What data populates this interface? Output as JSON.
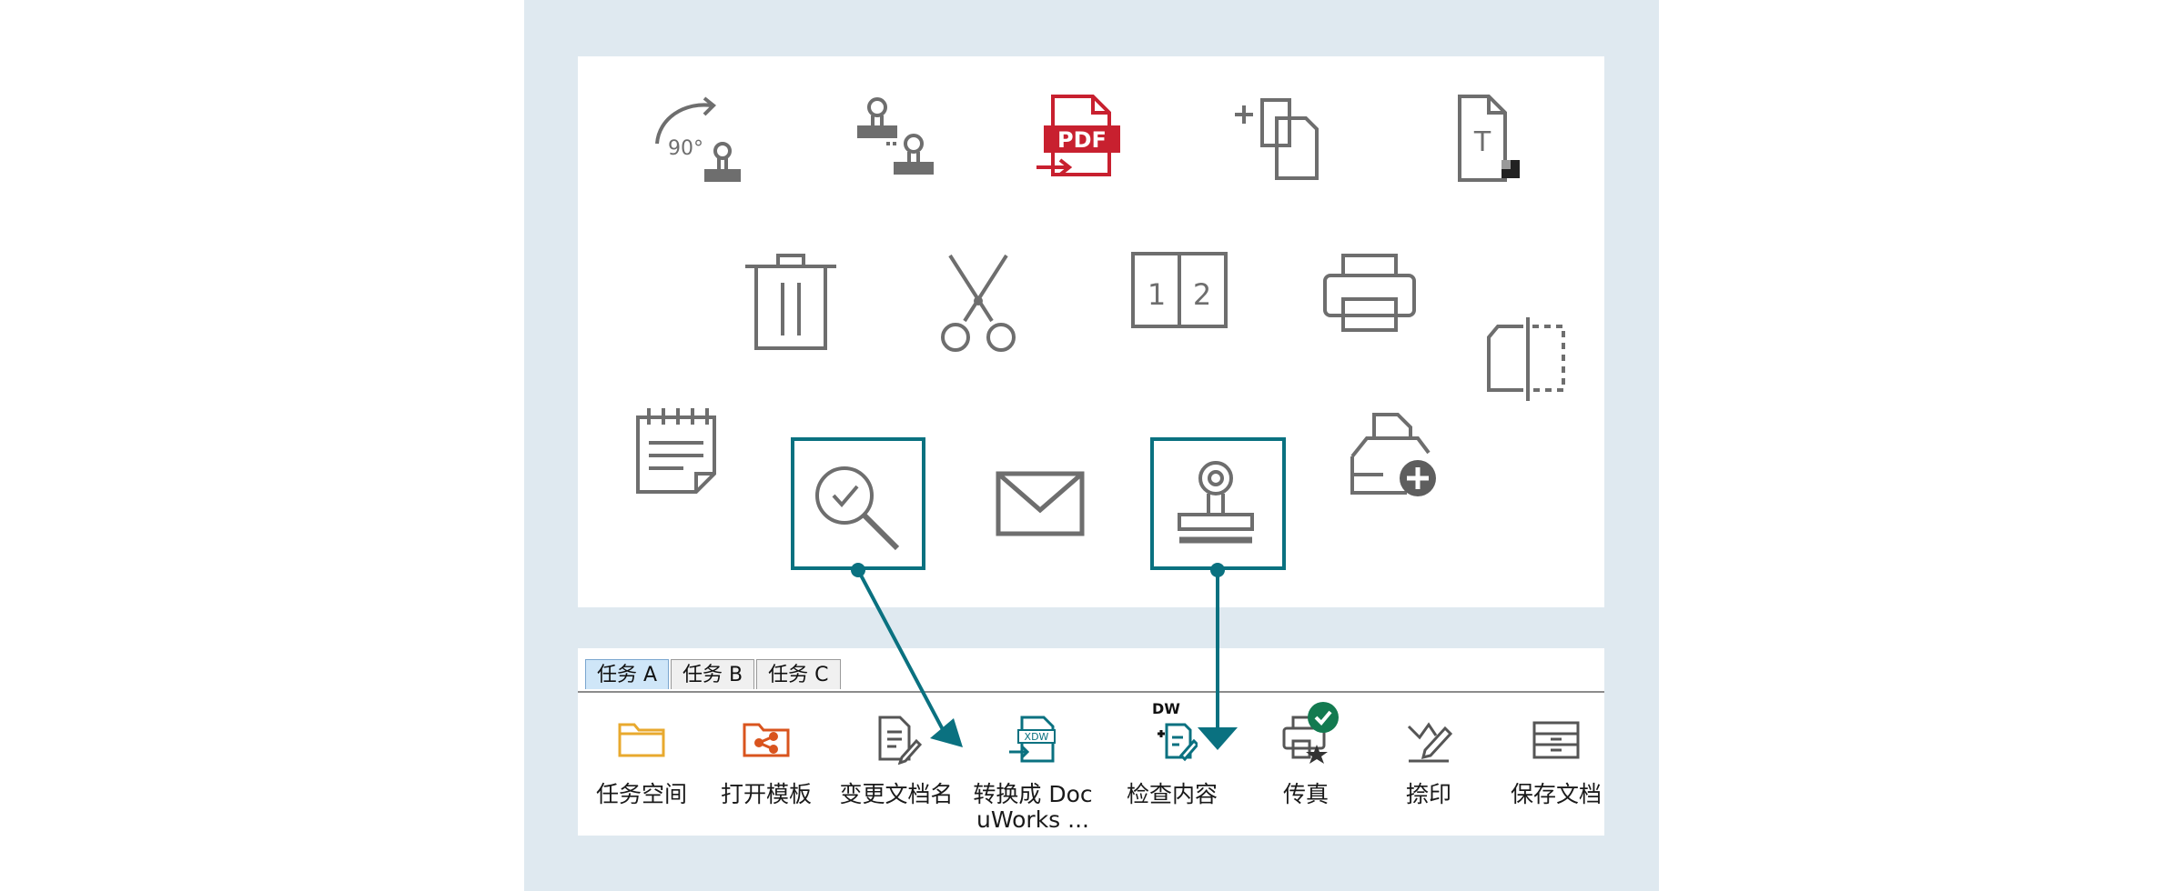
{
  "tabs": [
    {
      "label": "任务 A",
      "active": true
    },
    {
      "label": "任务 B",
      "active": false
    },
    {
      "label": "任务 C",
      "active": false
    }
  ],
  "tools": [
    {
      "label": "任务空间",
      "icon": "folder-icon"
    },
    {
      "label": "打开模板",
      "icon": "share-folder-icon"
    },
    {
      "label": "变更文档名",
      "icon": "rename-document-icon"
    },
    {
      "label": "转换成 Doc",
      "label2": "uWorks ...",
      "icon": "convert-docuworks-icon"
    },
    {
      "label": "检查内容",
      "icon": "dw-check-content-icon",
      "badge": "DW"
    },
    {
      "label": "传真",
      "icon": "fax-icon"
    },
    {
      "label": "捺印",
      "icon": "stamp-sign-icon"
    },
    {
      "label": "保存文档",
      "icon": "save-document-icon"
    }
  ],
  "icon_panel": {
    "icons": [
      "rotate-90-stamp-icon",
      "multi-stamp-icon",
      "pdf-export-icon",
      "copy-add-icon",
      "text-document-icon",
      "trash-icon",
      "scissors-icon",
      "page-1-2-icon",
      "printer-icon",
      "split-page-icon",
      "notepad-icon",
      "search-check-icon",
      "mail-icon",
      "stamp-icon",
      "tray-add-icon"
    ],
    "pdf_text": "PDF",
    "rotate_text": "90°",
    "text_icon_letter": "T",
    "page_numbers": [
      "1",
      "2"
    ],
    "convert_text": "XDW",
    "highlighted": [
      "search-check-icon",
      "stamp-icon"
    ]
  },
  "colors": {
    "accent": "#0a7180",
    "backdrop": "#dfe9f0",
    "icon_gray": "#6e6e6e",
    "pdf_red": "#c8202f",
    "folder_yellow": "#e8a92e",
    "share_orange": "#d9541e",
    "check_green": "#137a50"
  }
}
